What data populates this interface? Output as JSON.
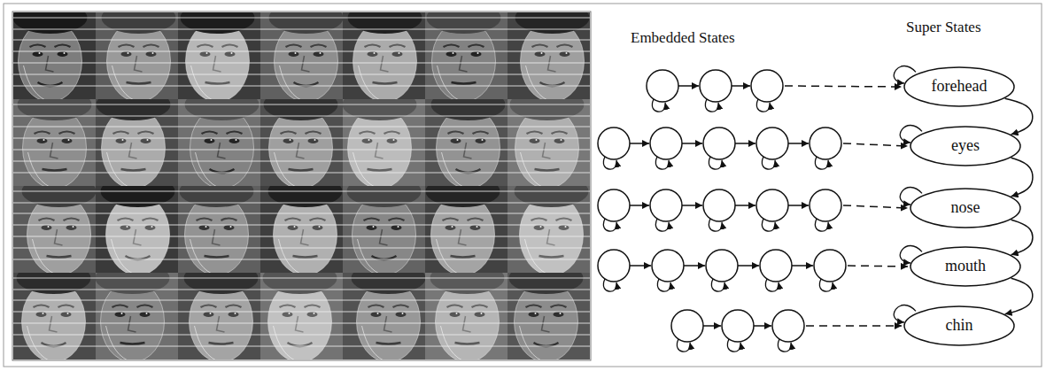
{
  "diagram": {
    "nodes": [
      {
        "text": [
          "forehead"
        ]
      },
      {
        "text": [
          "eyes"
        ]
      },
      {
        "text": [
          "nose"
        ]
      },
      {
        "text": [
          "mouth"
        ]
      },
      {
        "text": [
          "chin"
        ]
      }
    ],
    "edges": [
      {
        "from": 0,
        "to": 1,
        "arrow": "to"
      },
      {
        "from": 1,
        "to": 2,
        "arrow": "to"
      },
      {
        "from": 2,
        "to": 3,
        "arrow": "to"
      },
      {
        "from": 3,
        "to": 4,
        "arrow": "to"
      }
    ],
    "labels": [
      "Embedded States",
      "Super States"
    ]
  }
}
